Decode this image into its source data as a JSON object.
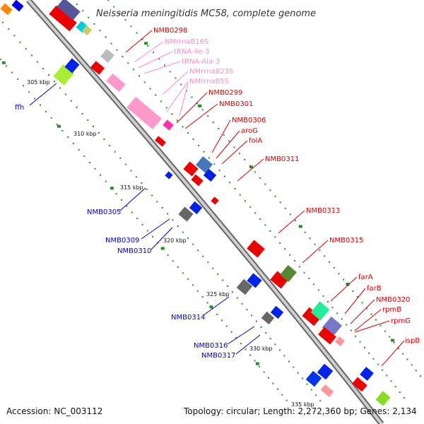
{
  "title": "Neisseria meningitidis MC58, complete genome",
  "footer": {
    "accession": "Accession: NC_003112",
    "summary": "Topology: circular; Length: 2,272,360 bp; Genes: 2,134"
  },
  "colors": {
    "forward_label": "#dd0000",
    "reverse_label": "#0000cc",
    "rna_label": "#ff88cc",
    "backbone": "#999999",
    "tick": "#228822"
  },
  "kbp_ticks": [
    "305 kbp",
    "310 kbp",
    "315 kbp",
    "320 kbp",
    "325 kbp",
    "330 kbp",
    "335 kbp"
  ],
  "forward_labels": [
    "NMB0298",
    "NMrrnaB16S",
    "tRNA-Ile-3",
    "tRNA-Ala-3",
    "NMrrnaB23S",
    "NMrrnaB5S",
    "NMB0299",
    "NMB0301",
    "NMB0306",
    "aroG",
    "folA",
    "NMB0311",
    "NMB0313",
    "NMB0315",
    "farA",
    "farB",
    "NMB0320",
    "rpmB",
    "rpmG",
    "ispB"
  ],
  "forward_label_kind": [
    "gene",
    "rna",
    "rna",
    "rna",
    "rna",
    "rna",
    "gene",
    "gene",
    "gene",
    "gene",
    "gene",
    "gene",
    "gene",
    "gene",
    "gene",
    "gene",
    "gene",
    "gene",
    "gene",
    "gene"
  ],
  "reverse_labels": [
    "ffh",
    "NMB0305",
    "NMB0309",
    "NMB0310",
    "NMB0314",
    "NMB0316",
    "NMB0317"
  ]
}
